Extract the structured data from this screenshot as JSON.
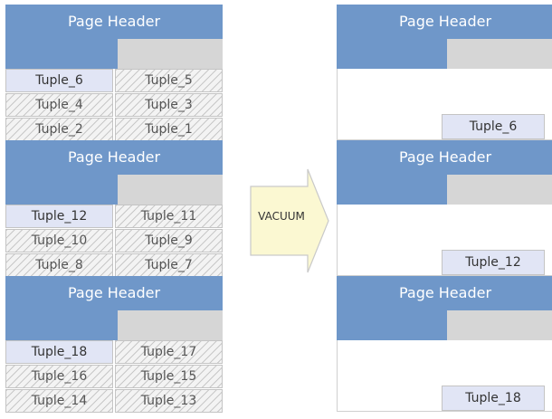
{
  "header_label": "Page Header",
  "arrow_label": "VACUUM",
  "colors": {
    "header": "#6f97c9",
    "header_gray": "#d6d6d6",
    "live_tuple": "#e1e5f5",
    "dead_tuple_hatch": "#c8c8c8",
    "arrow_fill": "#fbf8d2",
    "arrow_stroke": "#c9c9c9"
  },
  "before_pages": [
    {
      "header": "Page Header",
      "rows": [
        [
          {
            "label": "Tuple_6",
            "state": "live"
          },
          {
            "label": "Tuple_5",
            "state": "dead"
          }
        ],
        [
          {
            "label": "Tuple_4",
            "state": "dead"
          },
          {
            "label": "Tuple_3",
            "state": "dead"
          }
        ],
        [
          {
            "label": "Tuple_2",
            "state": "dead"
          },
          {
            "label": "Tuple_1",
            "state": "dead"
          }
        ]
      ]
    },
    {
      "header": "Page Header",
      "rows": [
        [
          {
            "label": "Tuple_12",
            "state": "live"
          },
          {
            "label": "Tuple_11",
            "state": "dead"
          }
        ],
        [
          {
            "label": "Tuple_10",
            "state": "dead"
          },
          {
            "label": "Tuple_9",
            "state": "dead"
          }
        ],
        [
          {
            "label": "Tuple_8",
            "state": "dead"
          },
          {
            "label": "Tuple_7",
            "state": "dead"
          }
        ]
      ]
    },
    {
      "header": "Page Header",
      "rows": [
        [
          {
            "label": "Tuple_18",
            "state": "live"
          },
          {
            "label": "Tuple_17",
            "state": "dead"
          }
        ],
        [
          {
            "label": "Tuple_16",
            "state": "dead"
          },
          {
            "label": "Tuple_15",
            "state": "dead"
          }
        ],
        [
          {
            "label": "Tuple_14",
            "state": "dead"
          },
          {
            "label": "Tuple_13",
            "state": "dead"
          }
        ]
      ]
    }
  ],
  "after_pages": [
    {
      "header": "Page Header",
      "tuple": "Tuple_6"
    },
    {
      "header": "Page Header",
      "tuple": "Tuple_12"
    },
    {
      "header": "Page Header",
      "tuple": "Tuple_18"
    }
  ]
}
